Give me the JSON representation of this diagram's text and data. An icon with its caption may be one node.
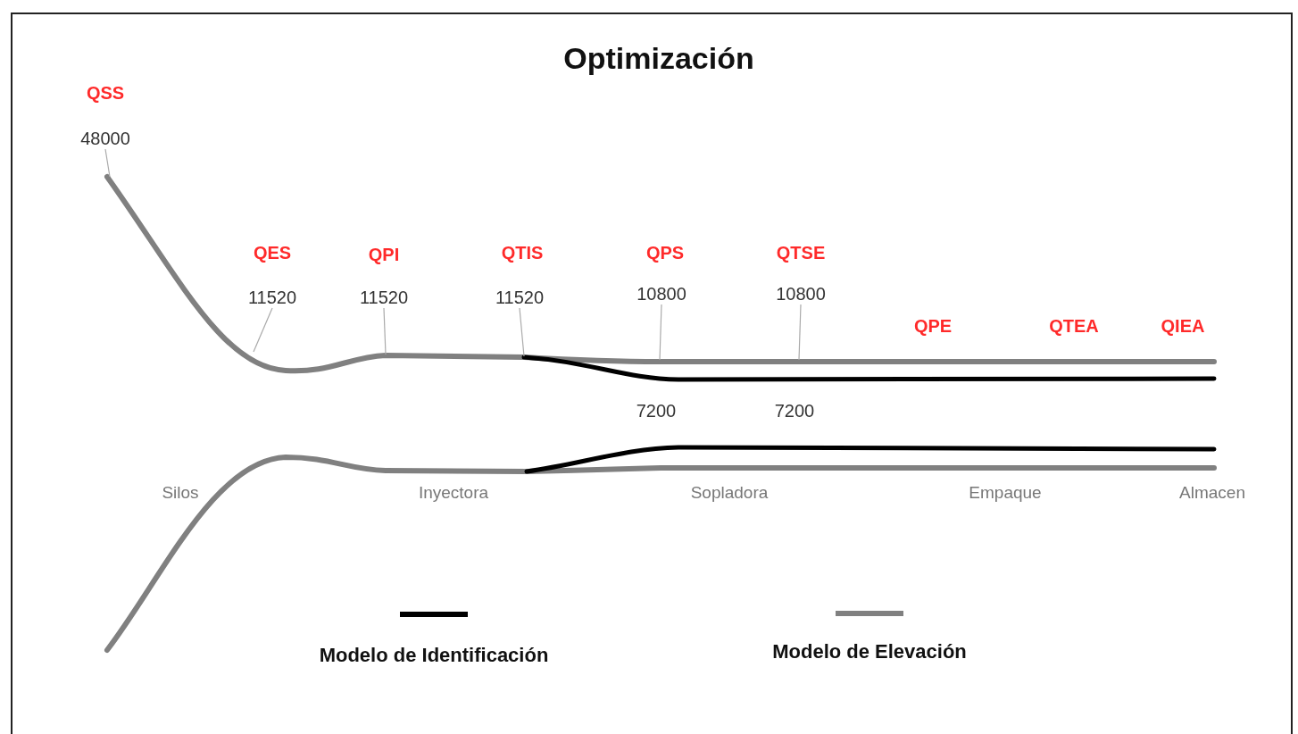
{
  "diagram": {
    "title": "Optimización",
    "nodes": [
      {
        "text": [
          "48000"
        ]
      },
      {
        "text": [
          "11520"
        ]
      },
      {
        "text": [
          "11520"
        ]
      },
      {
        "text": [
          "11520"
        ]
      },
      {
        "text": [
          "10800"
        ]
      },
      {
        "text": [
          "10800"
        ]
      }
    ],
    "edges": [
      {
        "from": 0,
        "to": null,
        "arrow": "none"
      },
      {
        "from": 1,
        "to": null,
        "arrow": "none"
      },
      {
        "from": 2,
        "to": null,
        "arrow": "none"
      },
      {
        "from": 3,
        "to": null,
        "arrow": "none"
      },
      {
        "from": 4,
        "to": null,
        "arrow": "none"
      },
      {
        "from": 5,
        "to": null,
        "arrow": "none"
      }
    ],
    "labels": [
      "QSS",
      "QES",
      "QPI",
      "QTIS",
      "QPS",
      "QTSE",
      "QPE",
      "QTEA",
      "QIEA",
      "7200",
      "7200",
      "Silos",
      "Inyectora",
      "Sopladora",
      "Empaque",
      "Almacen"
    ],
    "legend": [
      {
        "text": "Modelo de Identificación"
      },
      {
        "text": "Modelo de Elevación"
      }
    ]
  }
}
